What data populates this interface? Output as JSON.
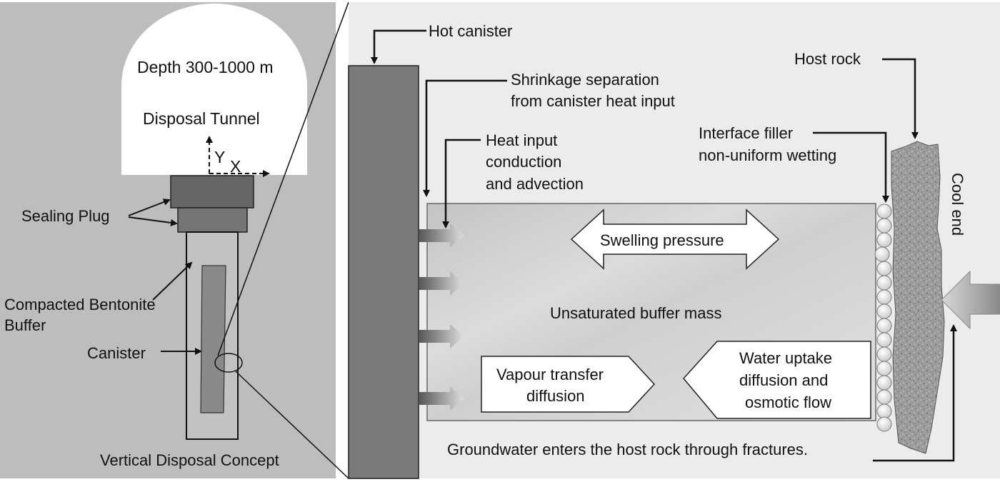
{
  "left_panel": {
    "depth_label": "Depth 300-1000 m",
    "tunnel_label": "Disposal Tunnel",
    "axis_y": "Y",
    "axis_x": "X",
    "sealing_plug_label": "Sealing Plug",
    "buffer_label_line1": "Compacted Bentonite",
    "buffer_label_line2": "Buffer",
    "canister_label": "Canister",
    "concept_label": "Vertical Disposal Concept"
  },
  "right_panel": {
    "hot_canister_label": "Hot canister",
    "shrinkage_line1": "Shrinkage separation",
    "shrinkage_line2": "from  canister heat input",
    "heat_line1": "Heat input",
    "heat_line2": "conduction",
    "heat_line3": "and advection",
    "host_rock_label": "Host rock",
    "filler_line1": "Interface filler",
    "filler_line2": "non-uniform wetting",
    "cool_end_label": "Cool end",
    "swelling_label": "Swelling pressure",
    "buffer_mass_label": "Unsaturated buffer mass",
    "vapour_line1": "Vapour transfer",
    "vapour_line2": "diffusion",
    "water_line1": "Water uptake",
    "water_line2": "diffusion and",
    "water_line3": "osmotic flow",
    "groundwater_label": "Groundwater enters the host rock through fractures."
  },
  "colors": {
    "left_background": "#bdbdbd",
    "right_background": "#ececec",
    "canister_wall": "#7a7a7a",
    "plug_dark": "#666666",
    "plug_mid": "#747474",
    "canister_inner": "#8a8a8a"
  }
}
